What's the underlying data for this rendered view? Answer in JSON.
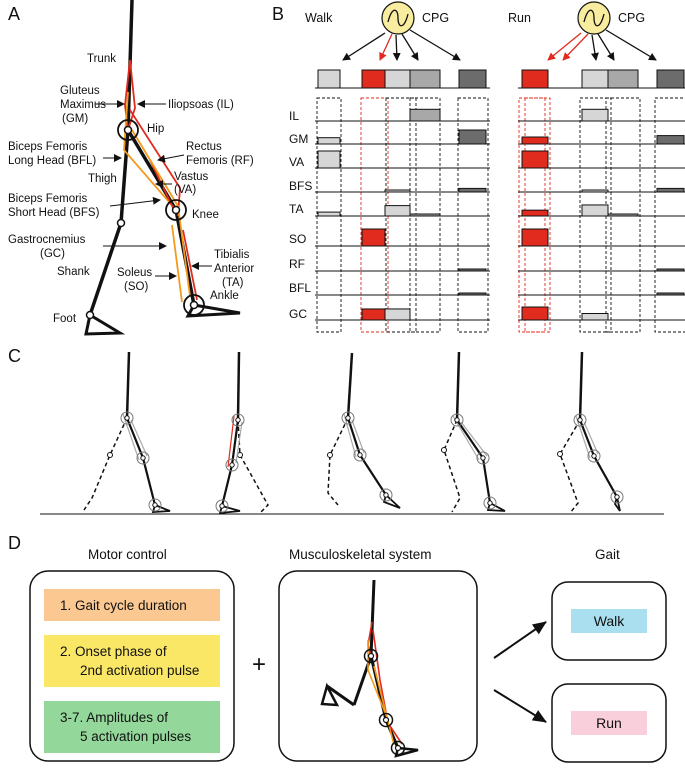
{
  "panels": {
    "a": "A",
    "b": "B",
    "c": "C",
    "d": "D"
  },
  "panel_a": {
    "trunk": "Trunk",
    "gm": [
      "Gluteus",
      "Maximus",
      "(GM)"
    ],
    "il": "Iliopsoas (IL)",
    "hip": "Hip",
    "bfl": [
      "Biceps Femoris",
      "Long Head (BFL)"
    ],
    "rf": [
      "Rectus",
      "Femoris (RF)"
    ],
    "thigh": "Thigh",
    "va": [
      "Vastus",
      "(VA)"
    ],
    "bfs": [
      "Biceps Femoris",
      "Short Head (BFS)"
    ],
    "knee": "Knee",
    "gc": [
      "Gastrocnemius",
      "(GC)"
    ],
    "ta": [
      "Tibialis",
      "Anterior",
      "(TA)"
    ],
    "shank": "Shank",
    "so": [
      "Soleus",
      "(SO)"
    ],
    "ankle": "Ankle",
    "foot": "Foot"
  },
  "panel_b": {
    "walk": "Walk",
    "run": "Run",
    "cpg": "CPG",
    "muscles": [
      "IL",
      "GM",
      "VA",
      "BFS",
      "TA",
      "SO",
      "RF",
      "BFL",
      "GC"
    ]
  },
  "panel_d": {
    "motor_control": "Motor control",
    "musculoskeletal": "Musculoskeletal system",
    "gait": "Gait",
    "plus": "+",
    "param1": "1. Gait cycle duration",
    "param2": [
      "2. Onset phase of",
      "2nd activation pulse"
    ],
    "param3": [
      "3-7. Amplitudes of",
      "5 activation pulses"
    ],
    "walk": "Walk",
    "run": "Run"
  },
  "colors": {
    "muscle_red": "#e02b1e",
    "muscle_orange": "#f39a1c",
    "box_orange": "#fbc891",
    "box_yellow": "#fbe766",
    "box_green": "#93d89a",
    "walk_blue": "#aadff0",
    "run_pink": "#f9cfdb",
    "cpg_yellow": "#f8ec9e",
    "pulse_light": "#d6d6d6",
    "pulse_mid": "#a8a8a8",
    "pulse_dark": "#6c6c6c"
  }
}
